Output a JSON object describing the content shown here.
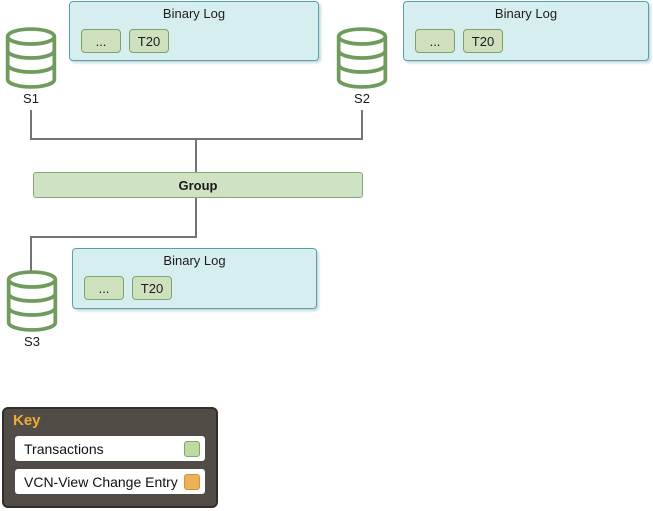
{
  "diagram": {
    "group": {
      "label": "Group"
    },
    "servers": [
      {
        "label": "S1"
      },
      {
        "label": "S2"
      },
      {
        "label": "S3"
      }
    ],
    "binary_logs": [
      {
        "title": "Binary Log",
        "entries": [
          "...",
          "T20"
        ]
      },
      {
        "title": "Binary Log",
        "entries": [
          "...",
          "T20"
        ]
      },
      {
        "title": "Binary Log",
        "entries": [
          "...",
          "T20"
        ]
      }
    ]
  },
  "legend": {
    "title": "Key",
    "items": [
      {
        "label": "Transactions",
        "color": "#bcdaa2",
        "border": "#7ca964"
      },
      {
        "label": "VCN-View Change Entry",
        "color": "#eeb057",
        "border": "#d29136"
      }
    ]
  },
  "colors": {
    "binary_log_fill": "#d7eef0",
    "binary_log_border": "#57a2aa",
    "transaction_fill": "#cfe0bf",
    "transaction_border": "#7da466",
    "group_fill": "#cfe3c4",
    "group_border": "#86a877",
    "server_icon_green": "#6f9c5c",
    "connector_gray": "#747474",
    "key_background": "#524c46",
    "key_title_gold": "#efac38"
  }
}
